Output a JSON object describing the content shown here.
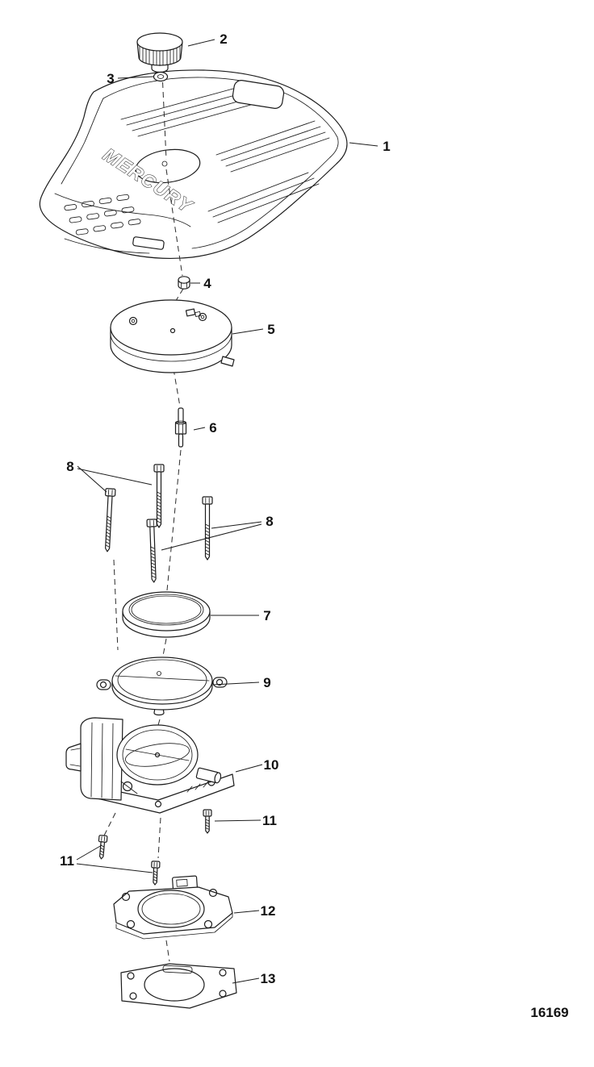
{
  "figure": {
    "number": "16169"
  },
  "cover": {
    "brand": "MERCURY"
  },
  "callouts": [
    {
      "id": "callout-2",
      "label": "2"
    },
    {
      "id": "callout-3",
      "label": "3"
    },
    {
      "id": "callout-1",
      "label": "1"
    },
    {
      "id": "callout-4",
      "label": "4"
    },
    {
      "id": "callout-5",
      "label": "5"
    },
    {
      "id": "callout-6",
      "label": "6"
    },
    {
      "id": "callout-8-left",
      "label": "8"
    },
    {
      "id": "callout-8-right",
      "label": "8"
    },
    {
      "id": "callout-7",
      "label": "7"
    },
    {
      "id": "callout-9",
      "label": "9"
    },
    {
      "id": "callout-10",
      "label": "10"
    },
    {
      "id": "callout-11-right",
      "label": "11"
    },
    {
      "id": "callout-11-left",
      "label": "11"
    },
    {
      "id": "callout-12",
      "label": "12"
    },
    {
      "id": "callout-13",
      "label": "13"
    }
  ]
}
